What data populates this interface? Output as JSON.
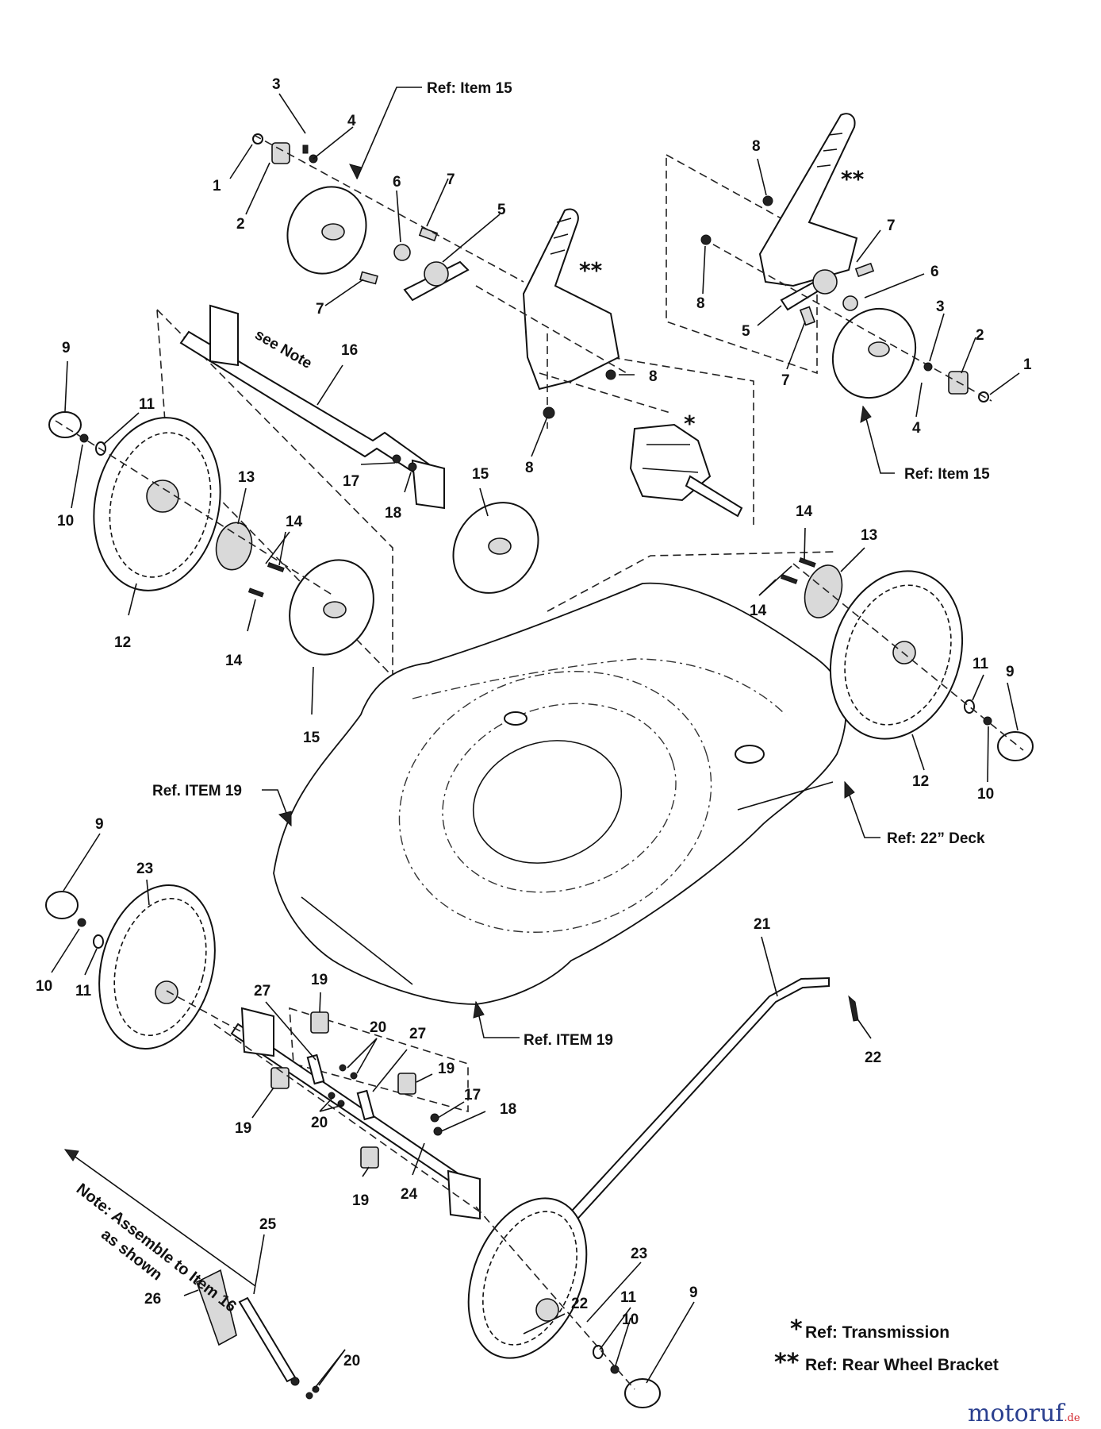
{
  "refs": {
    "item15_top": "Ref: Item 15",
    "item15_right": "Ref: Item 15",
    "item19_left": "Ref. ITEM 19",
    "item19_bottom": "Ref. ITEM 19",
    "deck": "Ref: 22” Deck",
    "see_note": "see Note"
  },
  "note": {
    "line1": "Note: Assemble to Item 16",
    "line2": "as shown"
  },
  "legend": [
    {
      "mark": "*",
      "text": "Ref: Transmission"
    },
    {
      "mark": "**",
      "text": "Ref: Rear Wheel Bracket"
    }
  ],
  "callouts": {
    "c3a": "3",
    "c1a": "1",
    "c2a": "2",
    "c4a": "4",
    "c6a": "6",
    "c7a": "7",
    "c5a": "5",
    "c7b": "7",
    "c8a": "8",
    "c8b": "8",
    "c8c": "8",
    "c8d": "8",
    "c7c": "7",
    "c6b": "6",
    "c3b": "3",
    "c2b": "2",
    "c1b": "1",
    "c5b": "5",
    "c7d": "7",
    "c4b": "4",
    "c9a": "9",
    "c11a": "11",
    "c10a": "10",
    "c16": "16",
    "c13a": "13",
    "c14a": "14",
    "c14b": "14",
    "c12a": "12",
    "c17a": "17",
    "c18a": "18",
    "c15a": "15",
    "c15b": "15",
    "c14c": "14",
    "c13b": "13",
    "c14d": "14",
    "c11b": "11",
    "c9b": "9",
    "c12b": "12",
    "c10b": "10",
    "c9c": "9",
    "c23a": "23",
    "c10c": "10",
    "c11c": "11",
    "c27a": "27",
    "c19a": "19",
    "c20a": "20",
    "c27b": "27",
    "c19b": "19",
    "c19c": "19",
    "c20b": "20",
    "c17b": "17",
    "c18b": "18",
    "c19d": "19",
    "c24": "24",
    "c21": "21",
    "c22a": "22",
    "c26": "26",
    "c25": "25",
    "c22b": "22",
    "c23b": "23",
    "c11d": "11",
    "c10d": "10",
    "c9d": "9",
    "c20c": "20"
  },
  "stars": {
    "trans": "*",
    "bracket_center": "**",
    "bracket_right": "**"
  },
  "watermark": {
    "brand": "motoruf",
    "tld": ".de",
    "color_primary": "#2a3f8f",
    "color_accent": "#d2232a"
  }
}
